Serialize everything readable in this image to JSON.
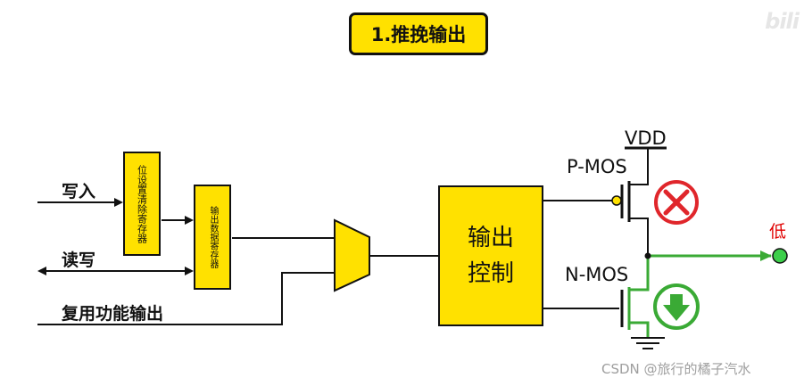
{
  "title": "1.推挽输出",
  "watermark": "bili",
  "inputs": {
    "write": "写入",
    "read_write": "读写",
    "alt_output": "复用功能输出"
  },
  "registers": {
    "set_reset": "位设置清除寄存器",
    "output_data": "输出数据寄存器"
  },
  "control": {
    "line1": "输出",
    "line2": "控制"
  },
  "transistors": {
    "vdd": "VDD",
    "pmos": "P-MOS",
    "nmos": "N-MOS"
  },
  "output_state": "低",
  "states": {
    "pmos": "off",
    "nmos": "on"
  },
  "credit": "CSDN @旅行的橘子汽水",
  "colors": {
    "box_fill": "#ffe100",
    "output_path": "#3aaa35",
    "off_mark": "#e0262b",
    "on_mark": "#3aaa35",
    "low_text": "#e00000"
  }
}
